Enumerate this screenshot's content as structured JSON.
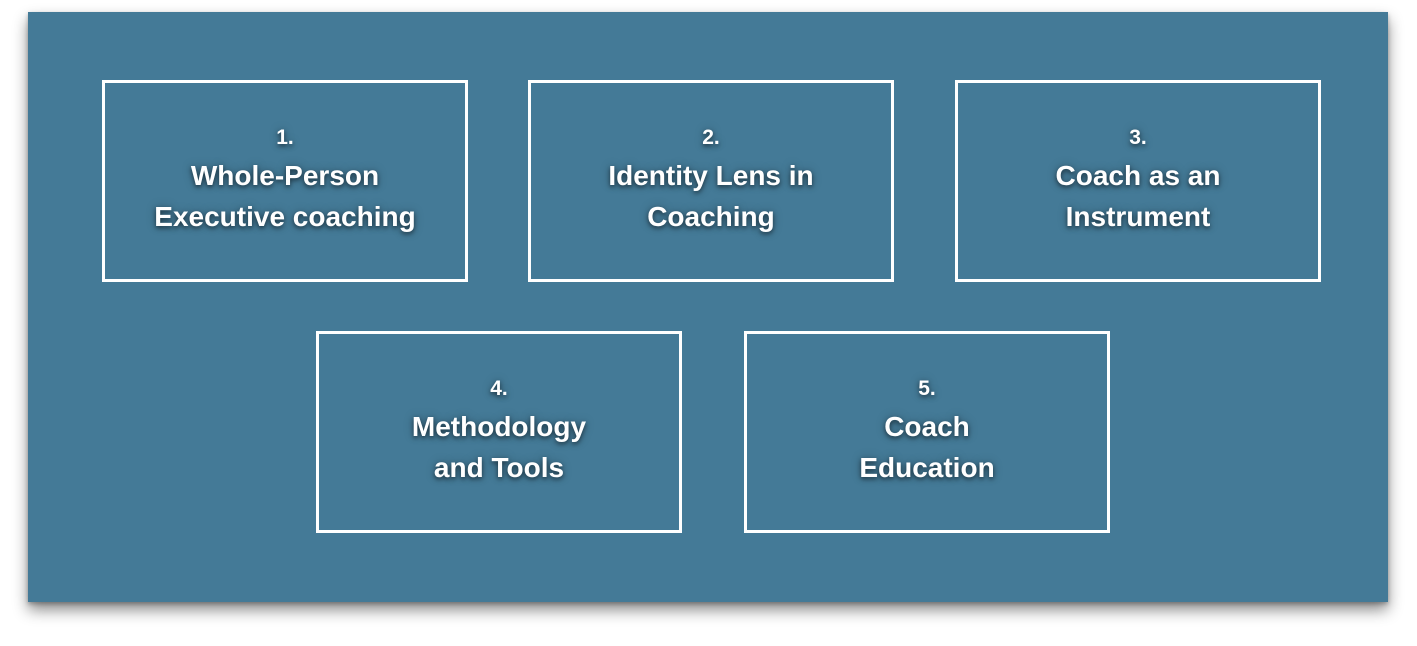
{
  "colors": {
    "panel_background": "#447a97",
    "box_border": "#ffffff",
    "text": "#ffffff"
  },
  "boxes": [
    {
      "number": "1.",
      "label": "Whole-Person\nExecutive coaching"
    },
    {
      "number": "2.",
      "label": "Identity Lens in\nCoaching"
    },
    {
      "number": "3.",
      "label": "Coach as an\nInstrument"
    },
    {
      "number": "4.",
      "label": "Methodology\nand Tools"
    },
    {
      "number": "5.",
      "label": "Coach\nEducation"
    }
  ]
}
